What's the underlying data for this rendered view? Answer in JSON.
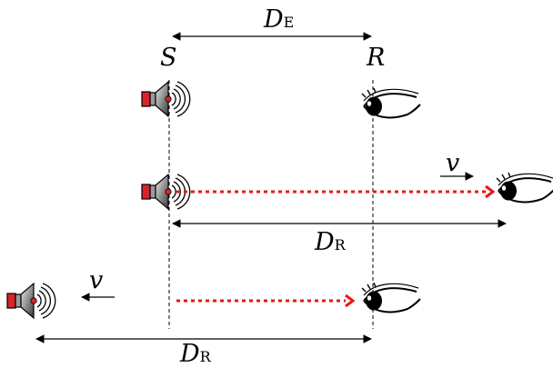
{
  "labels": {
    "distance_emitted": {
      "main": "D",
      "sub": "E"
    },
    "source": "S",
    "receiver": "R",
    "velocity_top": "v",
    "distance_received_middle": {
      "main": "D",
      "sub": "R"
    },
    "velocity_bottom": "v",
    "distance_received_bottom": {
      "main": "D",
      "sub": "R"
    }
  },
  "colors": {
    "line": "#000000",
    "signal": "#e61919",
    "speaker_body": "#7a7a7a",
    "speaker_back": "#d8242a"
  },
  "icons": [
    "speaker-icon",
    "eye-icon"
  ]
}
